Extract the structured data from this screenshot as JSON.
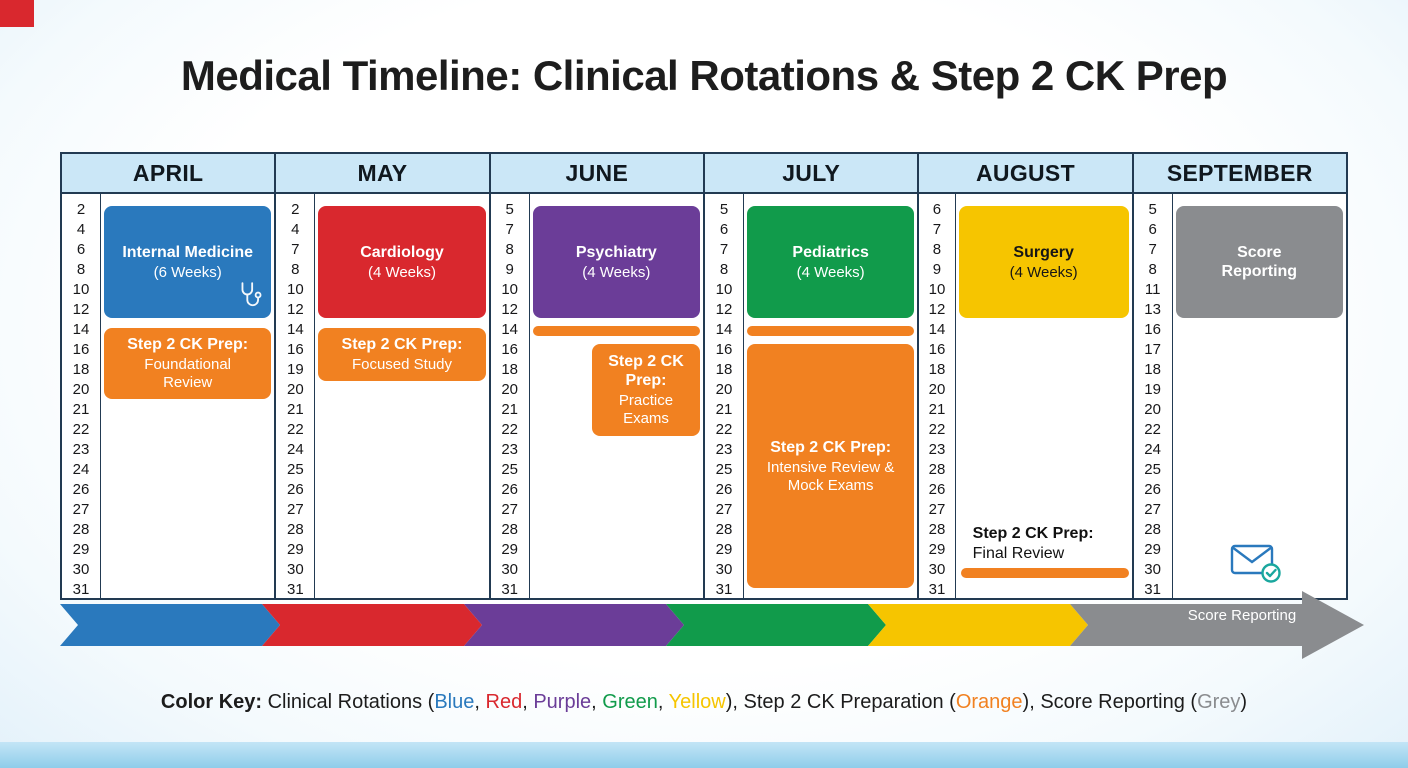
{
  "title": "Medical Timeline: Clinical Rotations & Step 2 CK Prep",
  "colors": {
    "blue": "#2A79BD",
    "red": "#D9282E",
    "purple": "#6B3D98",
    "green": "#119B4B",
    "yellow": "#F6C500",
    "orange": "#F18121",
    "grey": "#8A8C8F",
    "header_bg": "#CBE7F7",
    "border": "#223A52",
    "corner_red": "#D9282E"
  },
  "months": [
    {
      "name": "APRIL",
      "dates": [
        "2",
        "4",
        "6",
        "8",
        "10",
        "12",
        "14",
        "16",
        "18",
        "20",
        "21",
        "22",
        "23",
        "24",
        "26",
        "27",
        "28",
        "29",
        "30",
        "31"
      ],
      "rotation": {
        "title": "Internal Medicine",
        "subtitle": "(6 Weeks)"
      },
      "prep": {
        "title": "Step 2 CK Prep:",
        "subtitle": "Foundational Review"
      }
    },
    {
      "name": "MAY",
      "dates": [
        "2",
        "4",
        "7",
        "8",
        "10",
        "12",
        "14",
        "16",
        "19",
        "20",
        "21",
        "22",
        "24",
        "25",
        "26",
        "27",
        "28",
        "29",
        "30",
        "31"
      ],
      "rotation": {
        "title": "Cardiology",
        "subtitle": "(4 Weeks)"
      },
      "prep": {
        "title": "Step 2 CK Prep:",
        "subtitle": "Focused Study"
      }
    },
    {
      "name": "JUNE",
      "dates": [
        "5",
        "7",
        "8",
        "9",
        "10",
        "12",
        "14",
        "16",
        "18",
        "20",
        "21",
        "22",
        "23",
        "25",
        "26",
        "27",
        "28",
        "29",
        "30",
        "31"
      ],
      "rotation": {
        "title": "Psychiatry",
        "subtitle": "(4 Weeks)"
      },
      "prep": {
        "title": "Step 2 CK Prep:",
        "subtitle": "Practice Exams"
      }
    },
    {
      "name": "JULY",
      "dates": [
        "5",
        "6",
        "7",
        "8",
        "10",
        "12",
        "14",
        "16",
        "18",
        "20",
        "21",
        "22",
        "23",
        "25",
        "26",
        "27",
        "28",
        "29",
        "30",
        "31"
      ],
      "rotation": {
        "title": "Pediatrics",
        "subtitle": "(4 Weeks)"
      },
      "prep": {
        "title": "Step 2 CK Prep:",
        "subtitle": "Intensive Review & Mock Exams"
      }
    },
    {
      "name": "AUGUST",
      "dates": [
        "6",
        "7",
        "8",
        "9",
        "10",
        "12",
        "14",
        "16",
        "18",
        "20",
        "21",
        "22",
        "23",
        "28",
        "26",
        "27",
        "28",
        "29",
        "30",
        "31"
      ],
      "rotation": {
        "title": "Surgery",
        "subtitle": "(4 Weeks)"
      },
      "prep": {
        "title": "Step 2 CK Prep:",
        "subtitle": "Final Review"
      }
    },
    {
      "name": "SEPTEMBER",
      "dates": [
        "5",
        "6",
        "7",
        "8",
        "11",
        "13",
        "16",
        "17",
        "18",
        "19",
        "20",
        "22",
        "24",
        "25",
        "26",
        "27",
        "28",
        "29",
        "30",
        "31"
      ],
      "rotation": {
        "title": "Score Reporting"
      }
    }
  ],
  "arrow": {
    "segments": [
      "blue",
      "red",
      "purple",
      "green",
      "yellow",
      "grey"
    ],
    "label": "Score Reporting"
  },
  "color_key": {
    "parts": [
      {
        "text": "Color Key:"
      },
      {
        "text": " Clinical Rotations ("
      },
      {
        "text": "Blue"
      },
      {
        "text": ", "
      },
      {
        "text": "Red"
      },
      {
        "text": ", "
      },
      {
        "text": "Purple"
      },
      {
        "text": ", "
      },
      {
        "text": "Green"
      },
      {
        "text": ", "
      },
      {
        "text": "Yellow"
      },
      {
        "text": "), Step 2 CK Preparation ("
      },
      {
        "text": "Orange"
      },
      {
        "text": "), Score Reporting ("
      },
      {
        "text": "Grey"
      },
      {
        "text": ")"
      }
    ]
  }
}
